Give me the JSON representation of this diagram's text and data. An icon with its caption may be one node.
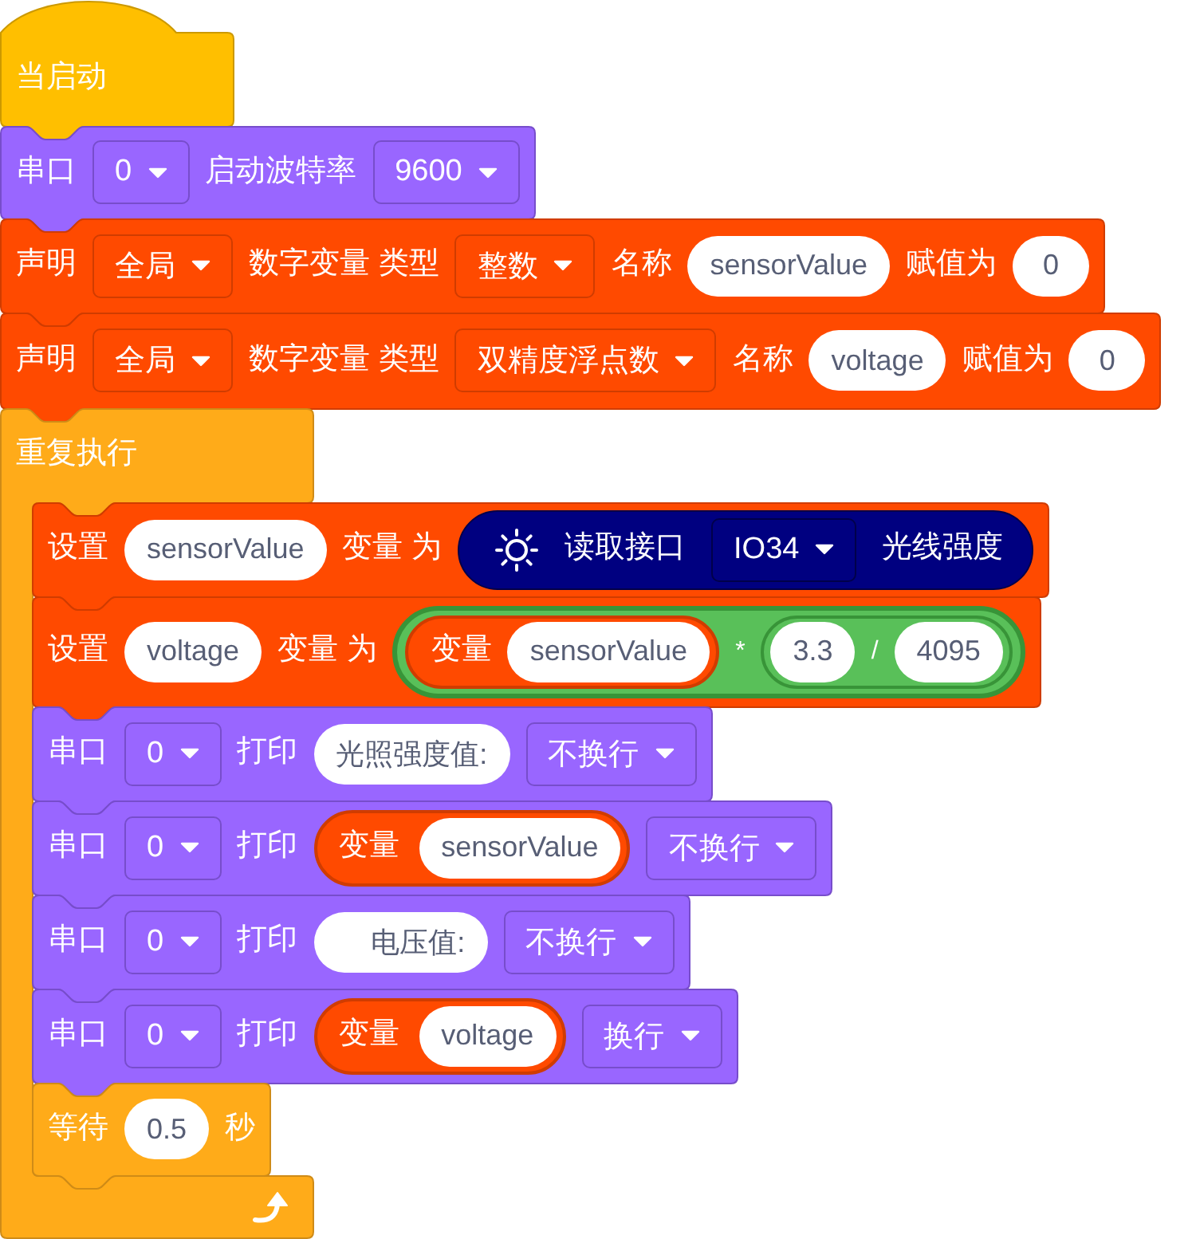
{
  "diagram": {
    "nodes": [
      {
        "text": [
          "当启动"
        ]
      },
      {
        "text": [
          "串口",
          "启动波特率"
        ]
      },
      {
        "text": [
          "0"
        ],
        "in": 1
      },
      {
        "text": [
          "9600"
        ],
        "in": 1
      },
      {
        "text": [
          "声明",
          "数字变量 类型",
          "名称",
          "赋值为"
        ]
      },
      {
        "text": [
          "全局"
        ],
        "in": 4
      },
      {
        "text": [
          "整数"
        ],
        "in": 4
      },
      {
        "text": [
          "sensorValue"
        ],
        "in": 4
      },
      {
        "text": [
          "0"
        ],
        "in": 4
      },
      {
        "text": [
          "声明",
          "数字变量 类型",
          "名称",
          "赋值为"
        ]
      },
      {
        "text": [
          "全局"
        ],
        "in": 9
      },
      {
        "text": [
          "双精度浮点数"
        ],
        "in": 9
      },
      {
        "text": [
          "voltage"
        ],
        "in": 9
      },
      {
        "text": [
          "0"
        ],
        "in": 9
      },
      {
        "text": [
          "重复执行"
        ]
      },
      {
        "text": [
          "设置",
          "变量 为"
        ]
      },
      {
        "text": [
          "sensorValue"
        ],
        "in": 15
      },
      {
        "text": [
          "读取接口",
          "光线强度"
        ],
        "in": 15
      },
      {
        "text": [
          "IO34"
        ],
        "in": 17
      },
      {
        "text": [
          "设置",
          "变量 为"
        ]
      },
      {
        "text": [
          "voltage"
        ],
        "in": 19
      },
      {
        "text": [
          "*"
        ],
        "in": 19
      },
      {
        "text": [
          "变量"
        ],
        "in": 21
      },
      {
        "text": [
          "sensorValue"
        ],
        "in": 22
      },
      {
        "text": [
          "/"
        ],
        "in": 21
      },
      {
        "text": [
          "3.3"
        ],
        "in": 24
      },
      {
        "text": [
          "4095"
        ],
        "in": 24
      },
      {
        "text": [
          "串口",
          "打印"
        ]
      },
      {
        "text": [
          "0"
        ],
        "in": 27
      },
      {
        "text": [
          "光照强度值:"
        ],
        "in": 27
      },
      {
        "text": [
          "不换行"
        ],
        "in": 27
      },
      {
        "text": [
          "串口",
          "打印"
        ]
      },
      {
        "text": [
          "0"
        ],
        "in": 31
      },
      {
        "text": [
          "变量"
        ],
        "in": 31
      },
      {
        "text": [
          "sensorValue"
        ],
        "in": 33
      },
      {
        "text": [
          "不换行"
        ],
        "in": 31
      },
      {
        "text": [
          "串口",
          "打印"
        ]
      },
      {
        "text": [
          "0"
        ],
        "in": 36
      },
      {
        "text": [
          "电压值:"
        ],
        "in": 36
      },
      {
        "text": [
          "不换行"
        ],
        "in": 36
      },
      {
        "text": [
          "串口",
          "打印"
        ]
      },
      {
        "text": [
          "0"
        ],
        "in": 40
      },
      {
        "text": [
          "变量"
        ],
        "in": 40
      },
      {
        "text": [
          "voltage"
        ],
        "in": 42
      },
      {
        "text": [
          "换行"
        ],
        "in": 40
      },
      {
        "text": [
          "等待",
          "秒"
        ]
      },
      {
        "text": [
          "0.5"
        ],
        "in": 45
      }
    ]
  }
}
